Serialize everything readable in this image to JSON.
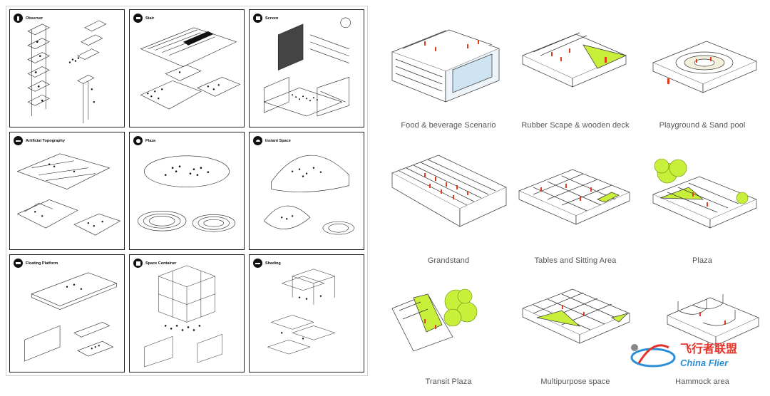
{
  "left_sheet": {
    "cells": [
      {
        "title": "Observer",
        "icon": "observer-icon"
      },
      {
        "title": "Stair",
        "icon": "stair-icon"
      },
      {
        "title": "Screen",
        "icon": "screen-icon"
      },
      {
        "title": "Artificial Topography",
        "icon": "topography-icon"
      },
      {
        "title": "Plaza",
        "icon": "plaza-icon"
      },
      {
        "title": "Instant Space",
        "icon": "instant-space-icon"
      },
      {
        "title": "Floating Platform",
        "icon": "floating-platform-icon"
      },
      {
        "title": "Space Container",
        "icon": "space-container-icon"
      },
      {
        "title": "Shading",
        "icon": "shading-icon"
      }
    ]
  },
  "scenarios": [
    {
      "label": "Food & beverage Scenario"
    },
    {
      "label": "Rubber Scape & wooden deck"
    },
    {
      "label": "Playground & Sand pool"
    },
    {
      "label": "Grandstand"
    },
    {
      "label": "Tables and Sitting Area"
    },
    {
      "label": "Plaza"
    },
    {
      "label": "Transit Plaza"
    },
    {
      "label": "Multipurpose space"
    },
    {
      "label": "Hammock area"
    }
  ],
  "watermark": {
    "cn": "飞行者联盟",
    "en": "China Flier"
  },
  "colors": {
    "accent_green": "#c8ef3a",
    "accent_red": "#e23c1e",
    "line": "#333333"
  }
}
